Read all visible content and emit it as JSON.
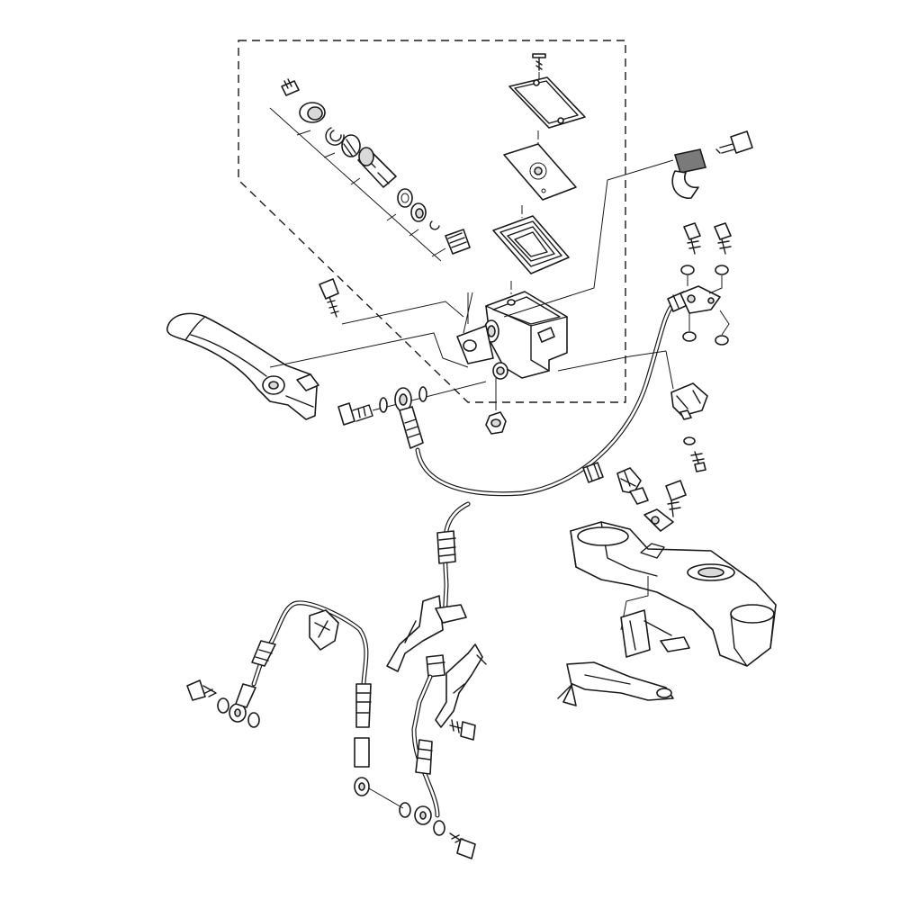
{
  "diagram": {
    "kind": "exploded-parts-diagram",
    "colors": {
      "line": "#1a1a1a",
      "fill": "#ffffff",
      "shade": "#d9d9d9",
      "highlight": "#7a7a7a"
    },
    "groups": [
      {
        "id": "master-cylinder-kit",
        "parts": [
          "piston-assembly",
          "reservoir-cap",
          "diaphragm-plate",
          "diaphragm",
          "master-cylinder-body"
        ]
      },
      {
        "id": "lever-assembly",
        "parts": [
          "brake-lever",
          "pivot-bolt",
          "lever-nut"
        ]
      },
      {
        "id": "upper-hose",
        "parts": [
          "banjo-bolt",
          "sealing-washers",
          "brake-hose"
        ]
      },
      {
        "id": "clamp-and-switch",
        "parts": [
          "handlebar-clamp",
          "clamp-bolt",
          "clamp-bolts",
          "washers",
          "brake-light-switch"
        ]
      },
      {
        "id": "lower-hoses",
        "parts": [
          "hose-joint",
          "left-caliper-hose",
          "right-caliper-hose",
          "hose-bracket",
          "banjo-bolts"
        ]
      },
      {
        "id": "fork-bracket",
        "parts": [
          "upper-triple-clamp",
          "hose-guide",
          "bracket-plate"
        ]
      }
    ]
  }
}
